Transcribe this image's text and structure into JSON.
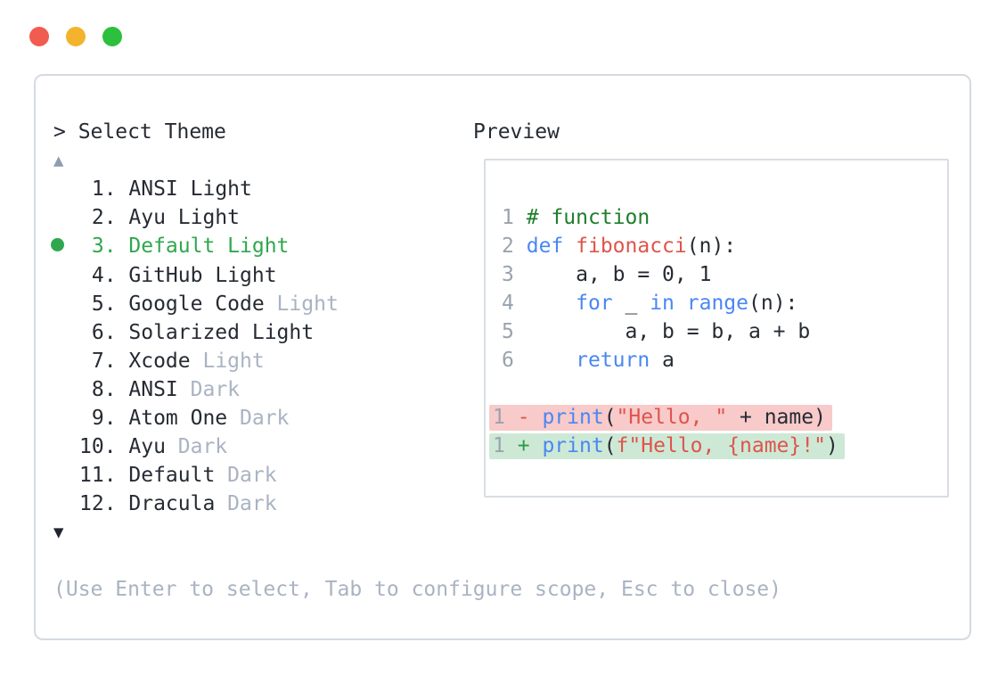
{
  "colors": {
    "light_red": "#f15c50",
    "light_yellow": "#f3b32d",
    "light_green": "#2cc03d",
    "text": "#262b33",
    "muted": "#a9b3c2",
    "selected": "#30a74e",
    "arrow_up": "#8e9bb0",
    "arrow_down": "#20242e",
    "panel_border": "#d5dae1",
    "preview_border": "#d9dde3",
    "linenum": "#9aa3ad",
    "comment": "#1e7e2b",
    "kw": "#4a87f2",
    "red": "#df544b",
    "del_bg": "#f8caca",
    "add_bg": "#cde9d6",
    "add_sign": "#2d9c46"
  },
  "theme_selector": {
    "prompt": "> Select Theme",
    "scroll_up_icon": "▲",
    "scroll_down_icon": "▼",
    "items": [
      {
        "number": "1.",
        "name": "ANSI",
        "variant": "Light",
        "variant_muted": false,
        "selected": false
      },
      {
        "number": "2.",
        "name": "Ayu",
        "variant": "Light",
        "variant_muted": false,
        "selected": false
      },
      {
        "number": "3.",
        "name": "Default",
        "variant": "Light",
        "variant_muted": false,
        "selected": true
      },
      {
        "number": "4.",
        "name": "GitHub",
        "variant": "Light",
        "variant_muted": false,
        "selected": false
      },
      {
        "number": "5.",
        "name": "Google Code",
        "variant": "Light",
        "variant_muted": true,
        "selected": false
      },
      {
        "number": "6.",
        "name": "Solarized",
        "variant": "Light",
        "variant_muted": false,
        "selected": false
      },
      {
        "number": "7.",
        "name": "Xcode",
        "variant": "Light",
        "variant_muted": true,
        "selected": false
      },
      {
        "number": "8.",
        "name": "ANSI",
        "variant": "Dark",
        "variant_muted": true,
        "selected": false
      },
      {
        "number": "9.",
        "name": "Atom One",
        "variant": "Dark",
        "variant_muted": true,
        "selected": false
      },
      {
        "number": "10.",
        "name": "Ayu",
        "variant": "Dark",
        "variant_muted": true,
        "selected": false
      },
      {
        "number": "11.",
        "name": "Default",
        "variant": "Dark",
        "variant_muted": true,
        "selected": false
      },
      {
        "number": "12.",
        "name": "Dracula",
        "variant": "Dark",
        "variant_muted": true,
        "selected": false
      }
    ],
    "hint": "(Use Enter to select, Tab to configure scope, Esc to close)"
  },
  "preview": {
    "label": "Preview",
    "code_lines": [
      {
        "number": "1",
        "tokens": [
          [
            "comment",
            "# function"
          ]
        ]
      },
      {
        "number": "2",
        "tokens": [
          [
            "kw",
            "def"
          ],
          [
            "plain",
            " "
          ],
          [
            "fn",
            "fibonacci"
          ],
          [
            "plain",
            "(n):"
          ]
        ]
      },
      {
        "number": "3",
        "tokens": [
          [
            "plain",
            "    a, b = 0, 1"
          ]
        ]
      },
      {
        "number": "4",
        "tokens": [
          [
            "plain",
            "    "
          ],
          [
            "kw",
            "for"
          ],
          [
            "plain",
            " _ "
          ],
          [
            "kw",
            "in"
          ],
          [
            "plain",
            " "
          ],
          [
            "kw",
            "range"
          ],
          [
            "plain",
            "(n):"
          ]
        ]
      },
      {
        "number": "5",
        "tokens": [
          [
            "plain",
            "        a, b = b, a + b"
          ]
        ]
      },
      {
        "number": "6",
        "tokens": [
          [
            "plain",
            "    "
          ],
          [
            "kw",
            "return"
          ],
          [
            "plain",
            " a"
          ]
        ]
      }
    ],
    "diff_lines": [
      {
        "number": "1",
        "sign": "-",
        "kind": "del",
        "tokens": [
          [
            "kw",
            "print"
          ],
          [
            "plain",
            "("
          ],
          [
            "str",
            "\"Hello, \""
          ],
          [
            "plain",
            " + name)"
          ]
        ]
      },
      {
        "number": "1",
        "sign": "+",
        "kind": "add",
        "tokens": [
          [
            "kw",
            "print"
          ],
          [
            "plain",
            "("
          ],
          [
            "str",
            "f\"Hello, {name}!\""
          ],
          [
            "plain",
            ")"
          ]
        ]
      }
    ]
  }
}
